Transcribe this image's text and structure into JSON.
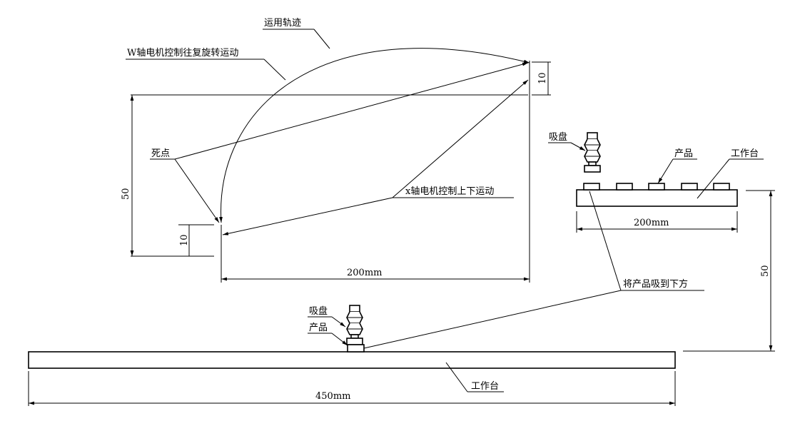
{
  "labels": {
    "trajectory": "运用轨迹",
    "w_axis": "W轴电机控制往复旋转运动",
    "dead_point": "死点",
    "x_axis": "x轴电机控制上下运动",
    "suction_cup_right": "吸盘",
    "product_right": "产品",
    "workbench_right": "工作台",
    "suck_product": "将产品吸到下方",
    "suction_cup_bottom": "吸盘",
    "product_bottom": "产品",
    "workbench_bottom": "工作台"
  },
  "dimensions": {
    "top_width": "200mm",
    "top_height": "50",
    "top_offset_right": "10",
    "top_offset_left": "10",
    "right_width": "200mm",
    "right_height": "50",
    "bottom_width": "450mm"
  }
}
